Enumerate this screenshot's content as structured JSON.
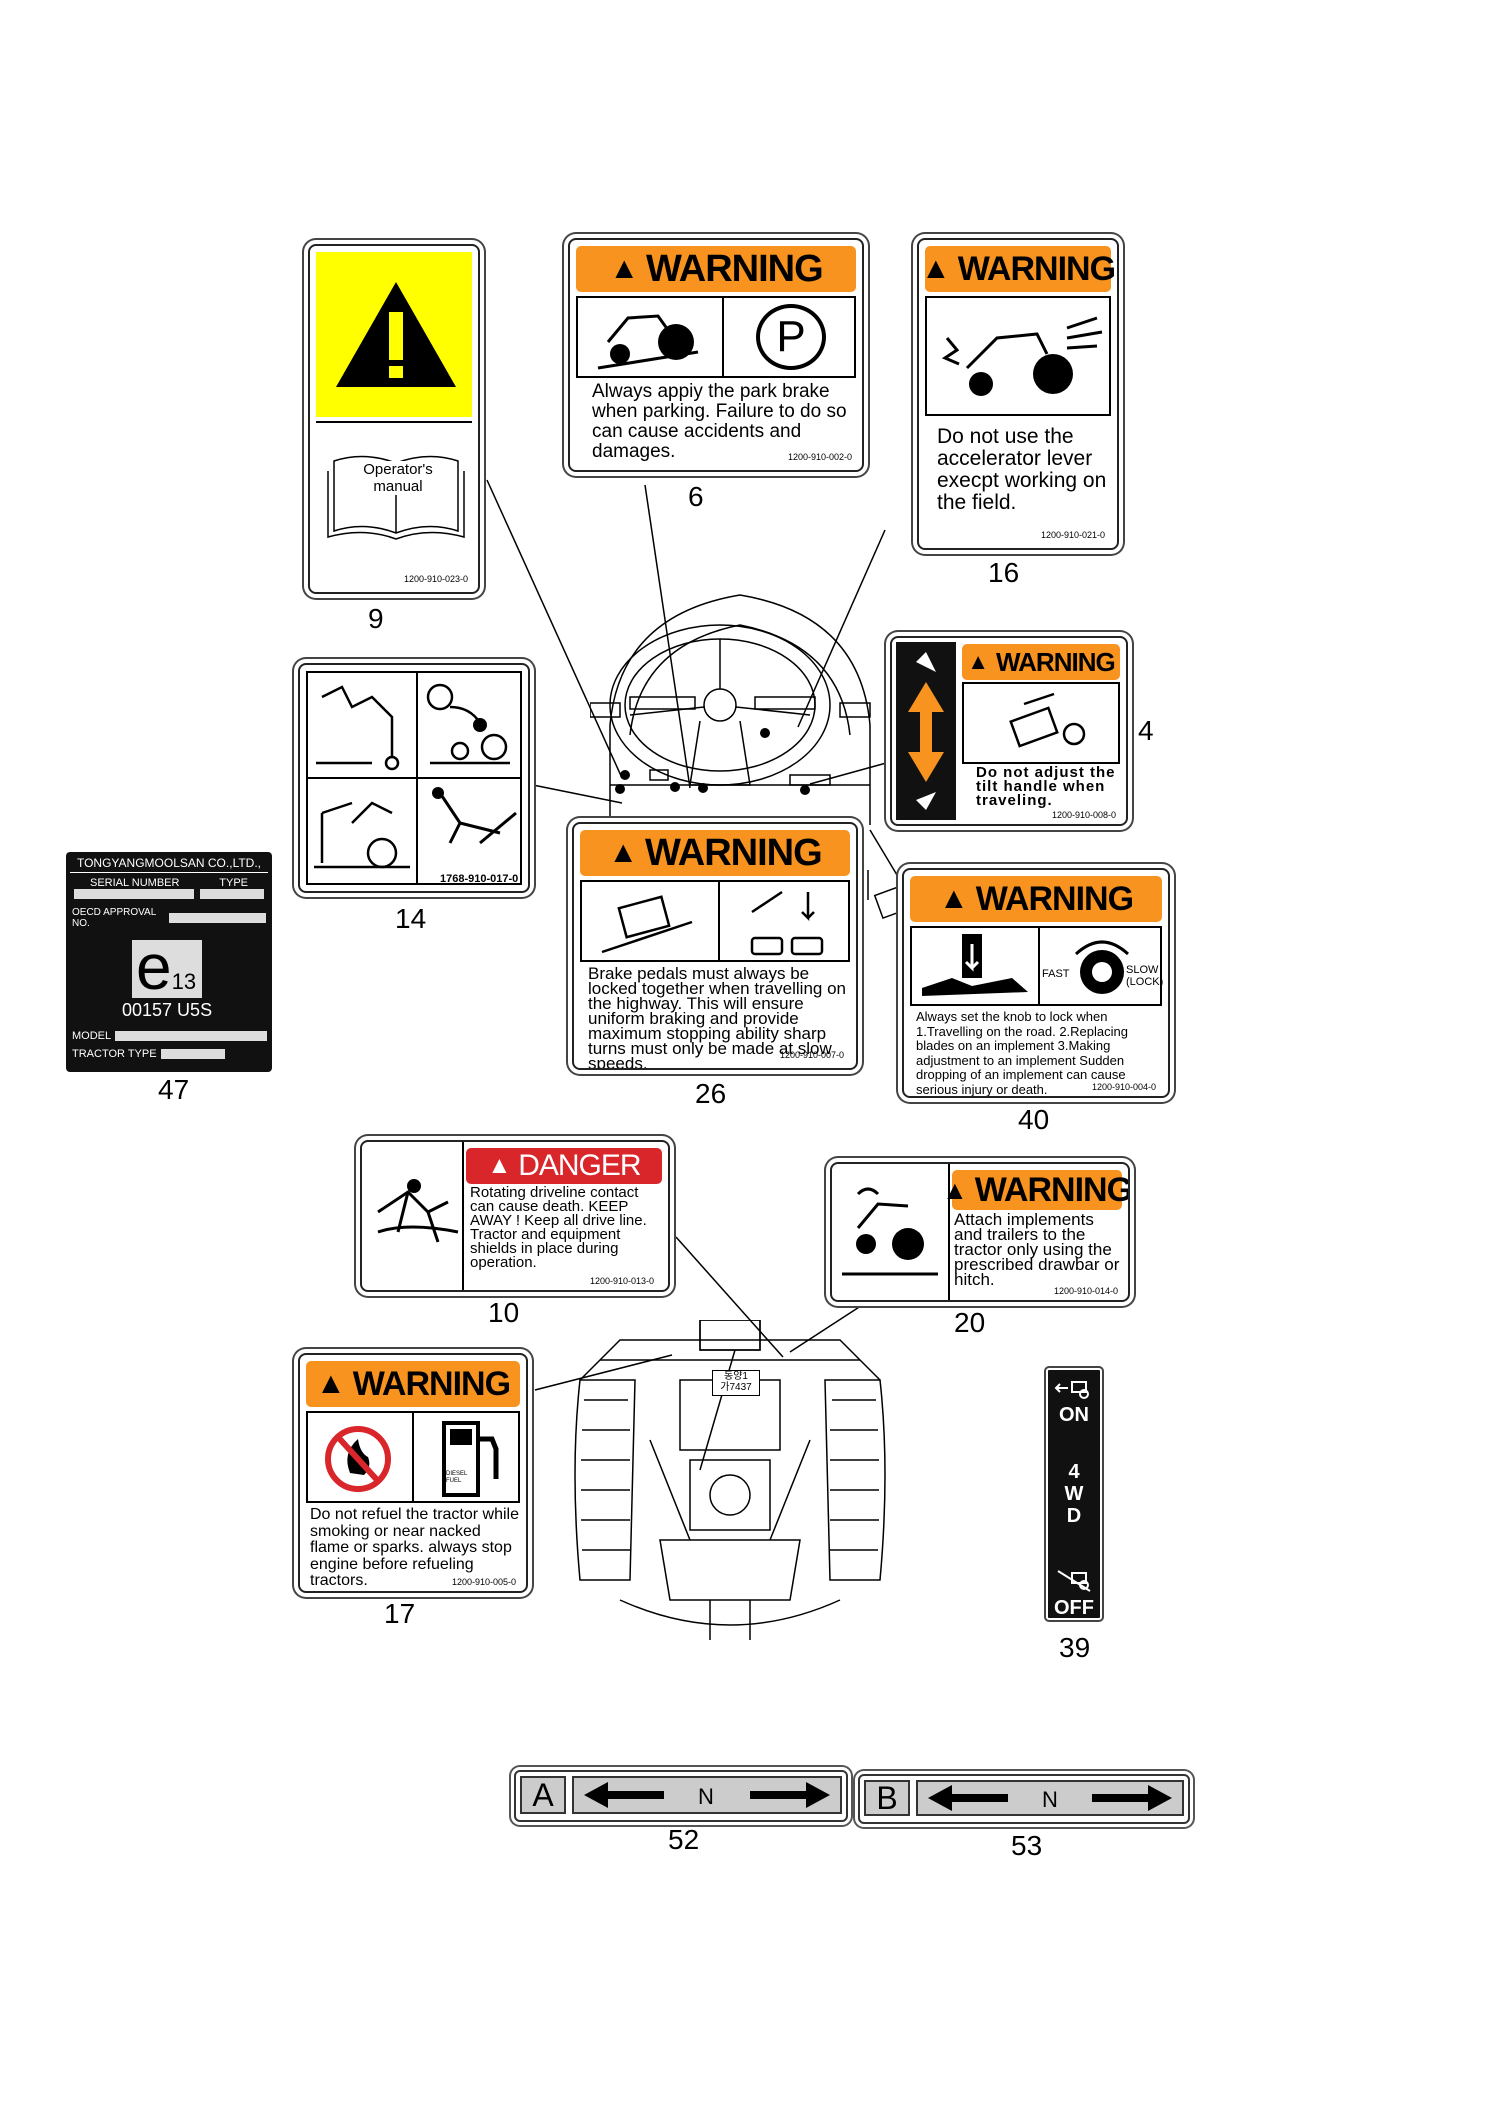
{
  "labels": {
    "l9": {
      "number": "9",
      "book": "Operator's manual",
      "code": "1200-910-023-0"
    },
    "l6": {
      "number": "6",
      "header": "WARNING",
      "text": "Always appiy the park  brake when parking. Failure to do so can cause accidents and damages.",
      "code": "1200-910-002-0",
      "park_glyph": "P"
    },
    "l16": {
      "number": "16",
      "header": "WARNING",
      "text": "Do not use the accelerator lever execpt working on the field.",
      "code": "1200-910-021-0"
    },
    "l4": {
      "number": "4",
      "header": "WARNING",
      "text": "Do not adjust the tilt handle when traveling.",
      "code": "1200-910-008-0"
    },
    "l14": {
      "number": "14",
      "code": "1768-910-017-0"
    },
    "l26": {
      "number": "26",
      "header": "WARNING",
      "text": "Brake pedals must always be locked together when travelling on the highway. This will ensure uniform braking and provide maximum stopping ability sharp turns must only be made at slow speeds.",
      "code": "1200-910-007-0"
    },
    "l40": {
      "number": "40",
      "header": "WARNING",
      "fast": "FAST",
      "slow": "SLOW (LOCK)",
      "text": "Always set the knob to lock when 1.Travelling on the road. 2.Replacing blades on an implement 3.Making adjustment to an implement Sudden dropping of an implement can cause serious injury or death.",
      "code": "1200-910-004-0"
    },
    "l47": {
      "number": "47",
      "maker": "TONGYANGMOOLSAN CO.,LTD.,",
      "serial": "SERIAL NUMBER",
      "type": "TYPE",
      "oecd": "OECD APPROVAL NO.",
      "emark": "e",
      "emark_sub": "13",
      "approval": "00157 U5S",
      "model": "MODEL",
      "tractor_type": "TRACTOR TYPE"
    },
    "l10": {
      "number": "10",
      "header": "DANGER",
      "text": "Rotating driveline contact can cause death. KEEP AWAY ! Keep all drive line. Tractor and equipment shields in place during operation.",
      "code": "1200-910-013-0"
    },
    "l20": {
      "number": "20",
      "header": "WARNING",
      "text": "Attach implements and trailers to the tractor only using the prescribed drawbar or hitch.",
      "code": "1200-910-014-0"
    },
    "l17": {
      "number": "17",
      "header": "WARNING",
      "text": "Do not refuel the tractor while smoking or near nacked flame  or sparks. always stop engine before refueling tractors.",
      "code": "1200-910-005-0",
      "pump_label": "DIESEL FUEL"
    },
    "l39": {
      "number": "39",
      "on": "ON",
      "mode": "4 W D",
      "off": "OFF"
    },
    "l52": {
      "number": "52",
      "letter": "A",
      "mid": "N"
    },
    "l53": {
      "number": "53",
      "letter": "B",
      "mid": "N"
    }
  },
  "tractor": {
    "plate_top": "동양1",
    "plate_num": "가7437"
  },
  "colors": {
    "warning": "#f7931e",
    "danger": "#d8262b",
    "caution_yellow": "#ffff00"
  }
}
